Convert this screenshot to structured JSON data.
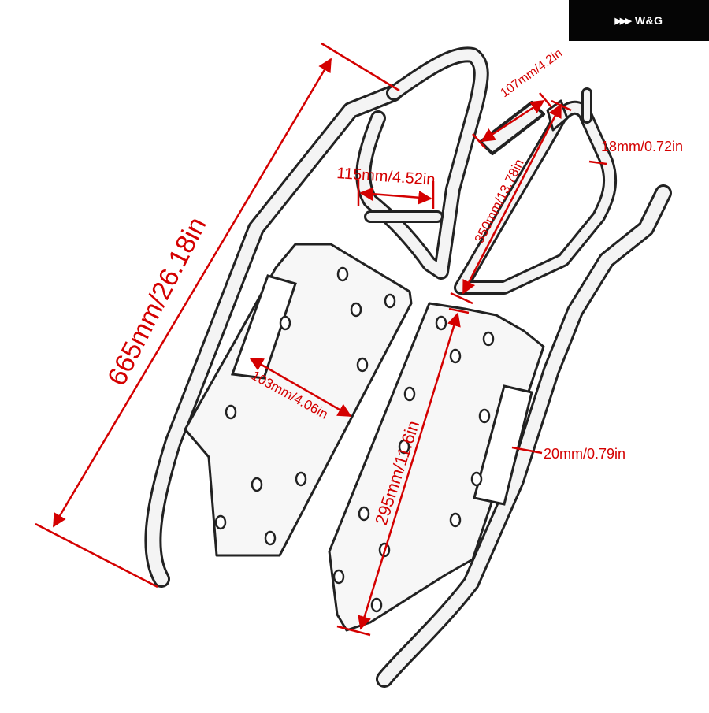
{
  "brand": {
    "logo_mark": "▶▶▶",
    "logo_text": "W&G"
  },
  "colors": {
    "dimension": "#d40000",
    "frame_outline": "#222222",
    "frame_fill": "#f4f4f4",
    "logo_background": "#050505"
  },
  "dimensions": {
    "overall_length": "665mm/26.18in",
    "upper_frame_width": "115mm/4.52in",
    "bracket_width": "107mm/4.2in",
    "rear_frame_height": "350mm/13.78in",
    "tube_diameter_top": "18mm/0.72in",
    "plate_width": "103mm/4.06in",
    "plate_length": "295mm/11.6in",
    "tube_diameter_side": "20mm/0.79in"
  }
}
